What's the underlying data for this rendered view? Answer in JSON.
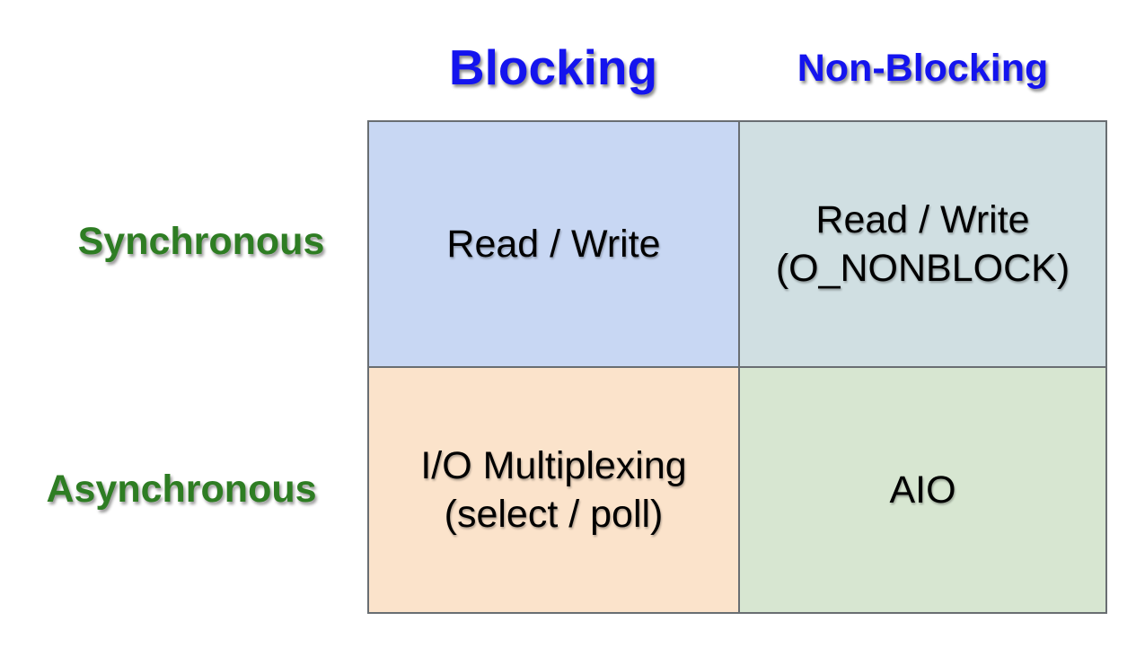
{
  "diagram": {
    "column_headers": [
      {
        "id": "blocking",
        "label": "Blocking"
      },
      {
        "id": "non-blocking",
        "label": "Non-Blocking"
      }
    ],
    "row_headers": [
      {
        "id": "synchronous",
        "label": "Synchronous"
      },
      {
        "id": "asynchronous",
        "label": "Asynchronous"
      }
    ],
    "cells": [
      {
        "row": "synchronous",
        "column": "blocking",
        "lines": [
          "Read / Write"
        ],
        "bg": "#c8d7f3"
      },
      {
        "row": "synchronous",
        "column": "non-blocking",
        "lines": [
          "Read / Write",
          "(O_NONBLOCK)"
        ],
        "bg": "#d0dfe2"
      },
      {
        "row": "asynchronous",
        "column": "blocking",
        "lines": [
          "I/O Multiplexing",
          "(select / poll)"
        ],
        "bg": "#fbe3cb"
      },
      {
        "row": "asynchronous",
        "column": "non-blocking",
        "lines": [
          "AIO"
        ],
        "bg": "#d7e6d1"
      }
    ],
    "colors": {
      "column_header_text": "#1414ee",
      "row_header_text": "#2e7d23",
      "cell_text": "#000000",
      "grid_border": "#696e72",
      "background": "#ffffff"
    }
  }
}
